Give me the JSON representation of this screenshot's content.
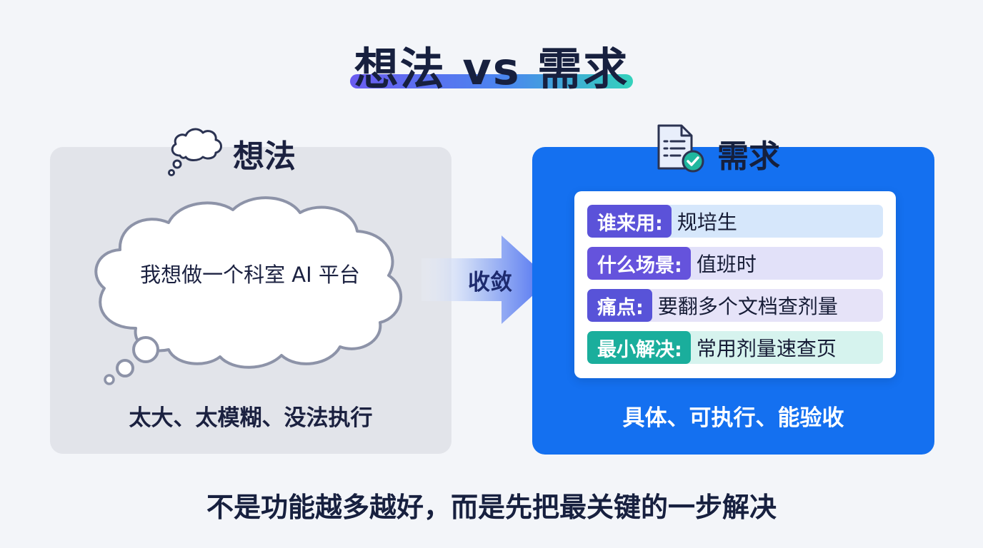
{
  "title": "想法 vs 需求",
  "colors": {
    "background": "#f3f5f9",
    "left_panel": "#e2e4ea",
    "right_panel": "#1470f0",
    "arrow_from": "#c8d6f6",
    "arrow_to": "#4a6ef0",
    "title_highlight": [
      "#6a5cf0",
      "#4a86ef",
      "#34d2bc"
    ]
  },
  "idea": {
    "heading": "想法",
    "icon": "thought-cloud-icon",
    "bubble_text": "我想做一个科室 AI 平台",
    "caption": "太大、太模糊、没法执行"
  },
  "arrow": {
    "label": "收敛"
  },
  "requirement": {
    "heading": "需求",
    "icon": "document-check-icon",
    "rows": [
      {
        "tag": "谁来用:",
        "value": "规培生",
        "tag_color": "#5b52d9",
        "bg_color": "#d6e7fb"
      },
      {
        "tag": "什么场景:",
        "value": "值班时",
        "tag_color": "#6553dc",
        "bg_color": "#e2e1f9"
      },
      {
        "tag": "痛点:",
        "value": "要翻多个文档查剂量",
        "tag_color": "#5853d8",
        "bg_color": "#e6e3f8"
      },
      {
        "tag": "最小解决:",
        "value": "常用剂量速查页",
        "tag_color": "#1aae9c",
        "bg_color": "#d6f3ee"
      }
    ],
    "caption": "具体、可执行、能验收"
  },
  "footer": "不是功能越多越好，而是先把最关键的一步解决"
}
